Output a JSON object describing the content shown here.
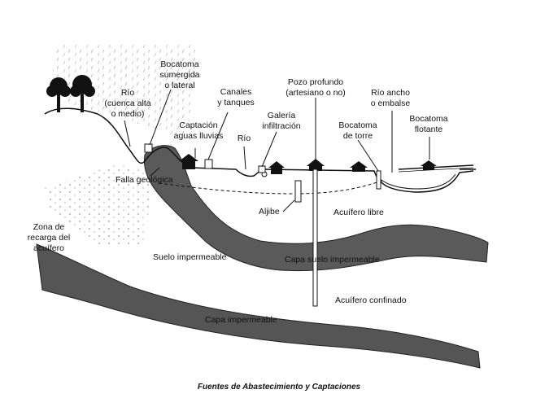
{
  "labels": {
    "bocatoma_sumergida": "Bocatoma\nsumergida\no lateral",
    "rio_cuenca": "Río\n(cuenca alta\no medio)",
    "captacion_lluvias": "Captación\naguas lluvias",
    "canales_tanques": "Canales\ny tanques",
    "galeria": "Galería\ninfiltración",
    "rio": "Río",
    "pozo_profundo": "Pozo profundo\n(artesiano o no)",
    "rio_ancho": "Río ancho\no embalse",
    "bocatoma_torre": "Bocatoma\nde torre",
    "bocatoma_flotante": "Bocatoma\nflotante",
    "falla_geologica": "Falla geológica",
    "aljibe": "Aljibe",
    "acuifero_libre": "Acuífero libre",
    "zona_recarga": "Zona de\nrecarga del\nacuífero",
    "suelo_impermeable": "Suelo impermeable",
    "capa_suelo_impermeable": "Capa suelo impermeable",
    "acuifero_confinado": "Acuífero confinado",
    "capa_impermeable": "Capa impermeable"
  },
  "caption": "Fuentes de Abastecimiento y Captaciones",
  "colors": {
    "stratum": "#555555",
    "line": "#111111",
    "background": "#ffffff"
  }
}
